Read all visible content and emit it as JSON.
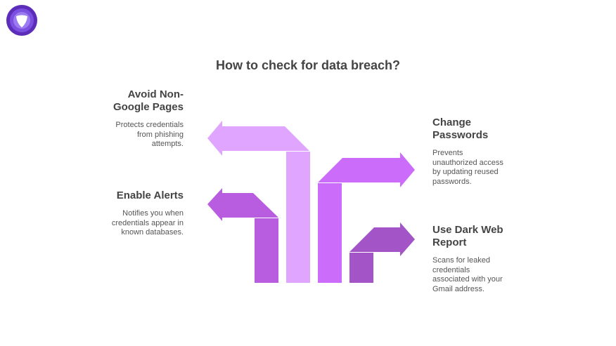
{
  "logo": {
    "icon": "shield-logo-icon",
    "colors": {
      "outer": "#5B2DB8",
      "inner": "#7B4FE0",
      "mark": "#FFFFFF"
    }
  },
  "title": "How to check for data breach?",
  "items": [
    {
      "title": "Avoid Non-Google Pages",
      "title_lines": [
        "Avoid Non-",
        "Google Pages"
      ],
      "description_lines": [
        "Protects credentials",
        "from phishing",
        "attempts."
      ],
      "color": "#E0A6FF",
      "side": "left"
    },
    {
      "title": "Enable Alerts",
      "title_lines": [
        "Enable Alerts"
      ],
      "description_lines": [
        "Notifies you when",
        "credentials appear in",
        "known databases."
      ],
      "color": "#B85CE0",
      "side": "left"
    },
    {
      "title": "Change Passwords",
      "title_lines": [
        "Change",
        "Passwords"
      ],
      "description_lines": [
        "Prevents",
        "unauthorized access",
        "by updating reused",
        "passwords."
      ],
      "color": "#CB6CFA",
      "side": "right"
    },
    {
      "title": "Use Dark Web Report",
      "title_lines": [
        "Use Dark Web",
        "Report"
      ],
      "description_lines": [
        "Scans for leaked",
        "credentials",
        "associated with your",
        "Gmail address."
      ],
      "color": "#A355C8",
      "side": "right"
    }
  ]
}
